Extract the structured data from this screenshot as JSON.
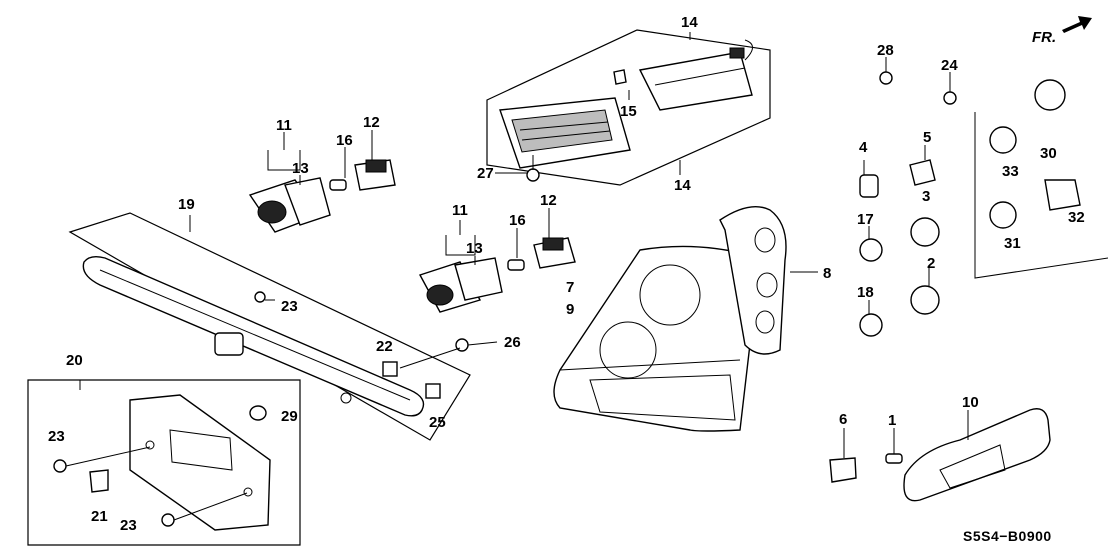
{
  "diagram": {
    "orientation_label": "FR.",
    "code": "S5S4−B0900",
    "callouts": [
      "1",
      "2",
      "3",
      "4",
      "5",
      "6",
      "7",
      "8",
      "9",
      "10",
      "11",
      "12",
      "13",
      "14",
      "15",
      "16",
      "17",
      "18",
      "19",
      "20",
      "21",
      "22",
      "23",
      "24",
      "25",
      "26",
      "27",
      "28",
      "29",
      "30",
      "31",
      "32",
      "33"
    ]
  }
}
